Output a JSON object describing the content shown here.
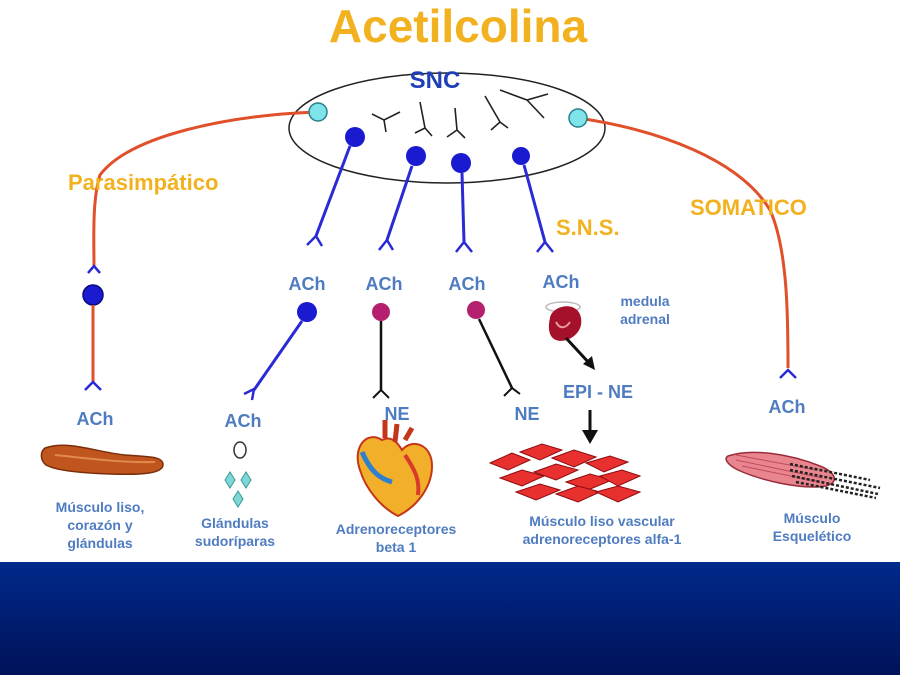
{
  "title": "Acetilcolina",
  "snc_label": "SNC",
  "labels": {
    "parasimpatico": "Parasimpático",
    "somatico": "SOMATICO",
    "sns": "S.N.S."
  },
  "transmitters": {
    "ach": "ACh",
    "ne": "NE",
    "epi_ne": "EPI - NE"
  },
  "medula_adrenal": [
    "medula",
    "adrenal"
  ],
  "targets": {
    "smooth_muscle": [
      "Músculo liso,",
      "corazón y",
      "glándulas"
    ],
    "sweat_glands": [
      "Glándulas",
      "sudoríparas"
    ],
    "beta1": [
      "Adrenoreceptores",
      "beta 1"
    ],
    "alpha1": [
      "Músculo liso vascular",
      "adrenoreceptores alfa-1"
    ],
    "skeletal": [
      "Músculo",
      "Esquelético"
    ]
  },
  "colors": {
    "title": "#f2b21f",
    "label_orange": "#f2b21f",
    "text_blue": "#4f7cc0",
    "snc_blue": "#1f3fb8",
    "nerve_blue": "#2a2ad6",
    "nerve_red": "#e0502a",
    "ganglion_magenta": "#b4206e",
    "cyan_neuron": "#7fe3ea",
    "footer": "#00207e"
  }
}
